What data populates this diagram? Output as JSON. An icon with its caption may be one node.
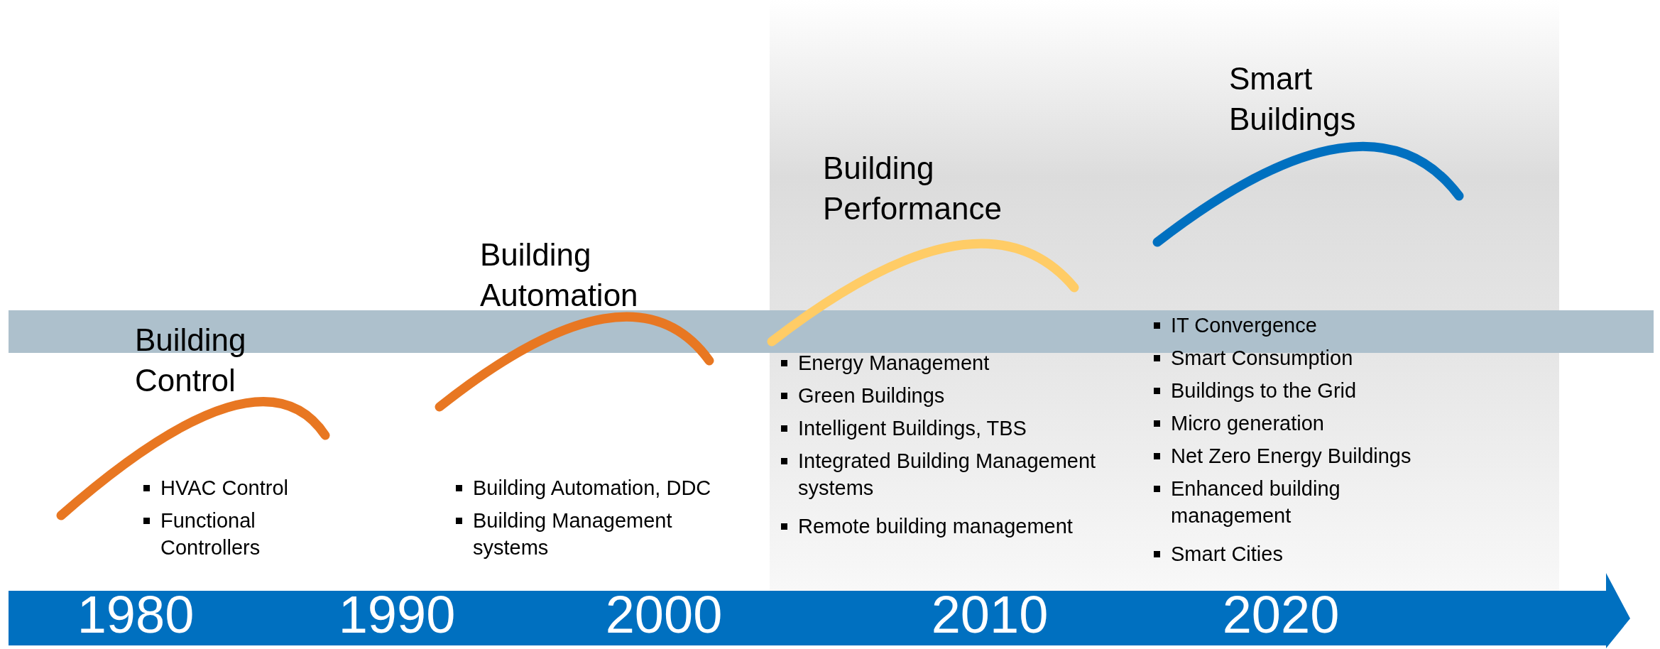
{
  "diagram": {
    "labels": [
      "Building Control",
      "HVAC Control",
      "Functional Controllers",
      "Building Automation",
      "Building Automation, DDC",
      "Building Management systems",
      "Building Performance",
      "Energy Management",
      "Green Buildings",
      "Intelligent Buildings, TBS",
      "Integrated Building Management systems",
      "Remote building management",
      "Smart Buildings",
      "IT Convergence",
      "Smart Consumption",
      "Buildings to the Grid",
      "Micro generation",
      "Net Zero Energy Buildings",
      "Enhanced building management",
      "Smart Cities",
      "1980",
      "1990",
      "2000",
      "2010",
      "2020"
    ]
  }
}
